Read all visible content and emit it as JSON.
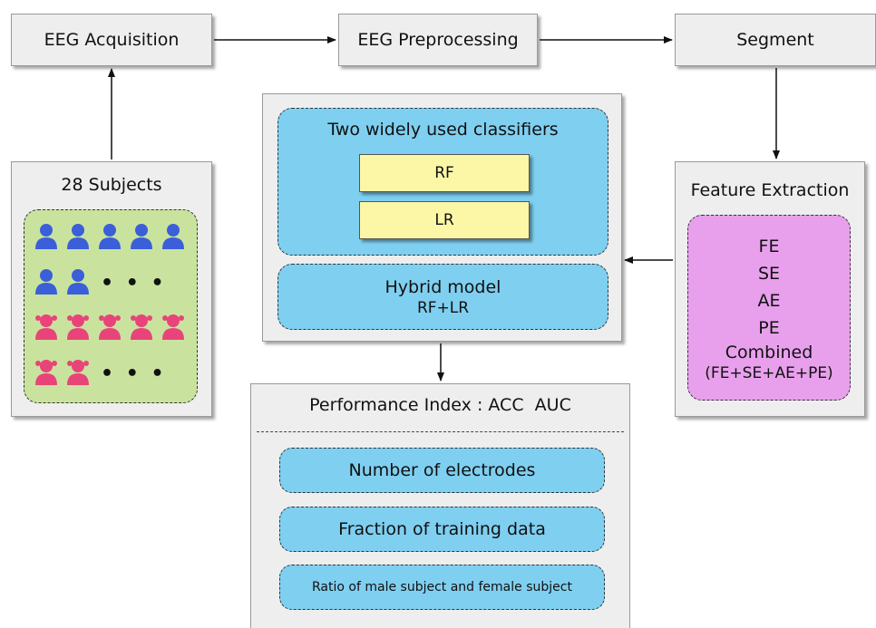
{
  "nodes": {
    "acquisition": "EEG Acquisition",
    "preprocessing": "EEG Preprocessing",
    "segment": "Segment",
    "subjects": "28 Subjects",
    "feature_extraction": "Feature Extraction",
    "classifiers_title": "Two widely used classifiers",
    "clf_rf": "RF",
    "clf_lr": "LR",
    "hybrid_title": "Hybrid model",
    "hybrid_sub": "RF+LR",
    "performance": "Performance Index : ACC  AUC",
    "perf_electrodes": "Number of electrodes",
    "perf_training": "Fraction of training data",
    "perf_ratio": "Ratio of male subject and female subject"
  },
  "features": [
    "FE",
    "SE",
    "AE",
    "PE",
    "Combined",
    "(FE+SE+AE+PE)"
  ],
  "subjects": {
    "ellipsis": "• • •",
    "male_color": "#3a5fd9",
    "female_color": "#e8447a"
  },
  "colors": {
    "box_bg": "#eeeeee",
    "blue_panel": "#7fcff0",
    "green_panel": "#c9e39f",
    "purple_panel": "#e8a0ec",
    "yellow_bar": "#fbf7a7"
  }
}
